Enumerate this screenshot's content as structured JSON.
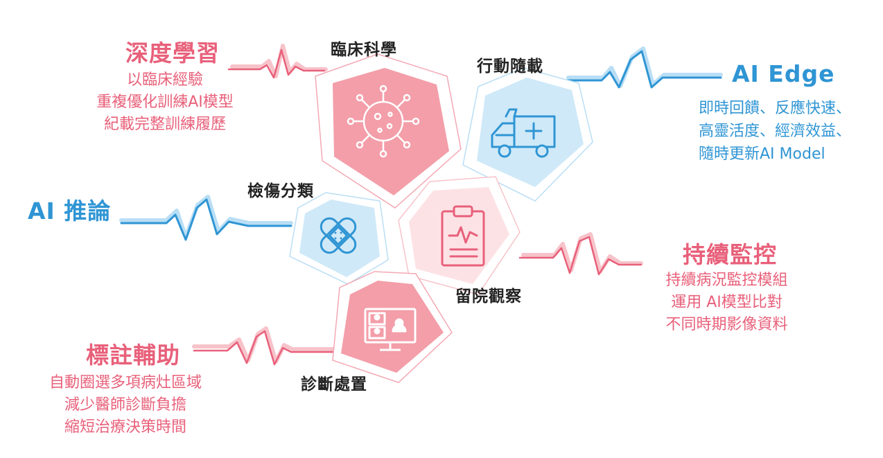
{
  "colors": {
    "pink": "#e8607a",
    "pink_fill": "#f39ea9",
    "pink_light": "#fde2e5",
    "blue": "#2f95d4",
    "blue_fill": "#cfe9f8",
    "text_dark": "#222222"
  },
  "hexagons": [
    {
      "label": "臨床科學",
      "icon": "virus-icon"
    },
    {
      "label": "行動隨載",
      "icon": "ambulance-icon"
    },
    {
      "label": "檢傷分類",
      "icon": "bandage-icon"
    },
    {
      "label": "留院觀察",
      "icon": "clipboard-ecg-icon"
    },
    {
      "label": "診斷處置",
      "icon": "video-consult-icon"
    }
  ],
  "callouts": {
    "deep_learning": {
      "title": "深度學習",
      "lines": [
        "以臨床經驗",
        "重複優化訓練AI模型",
        "紀載完整訓練履歷"
      ]
    },
    "ai_edge": {
      "title": "AI Edge",
      "lines": [
        "即時回饋、反應快速、",
        "高靈活度、經濟效益、",
        "隨時更新AI Model"
      ]
    },
    "ai_inference": {
      "title": "AI 推論"
    },
    "monitoring": {
      "title": "持續監控",
      "lines": [
        "持續病況監控模組",
        "運用 AI模型比對",
        "不同時期影像資料"
      ]
    },
    "annotation": {
      "title": "標註輔助",
      "lines": [
        "自動圈選多項病灶區域",
        "減少醫師診斷負擔",
        "縮短治療決策時間"
      ]
    }
  }
}
